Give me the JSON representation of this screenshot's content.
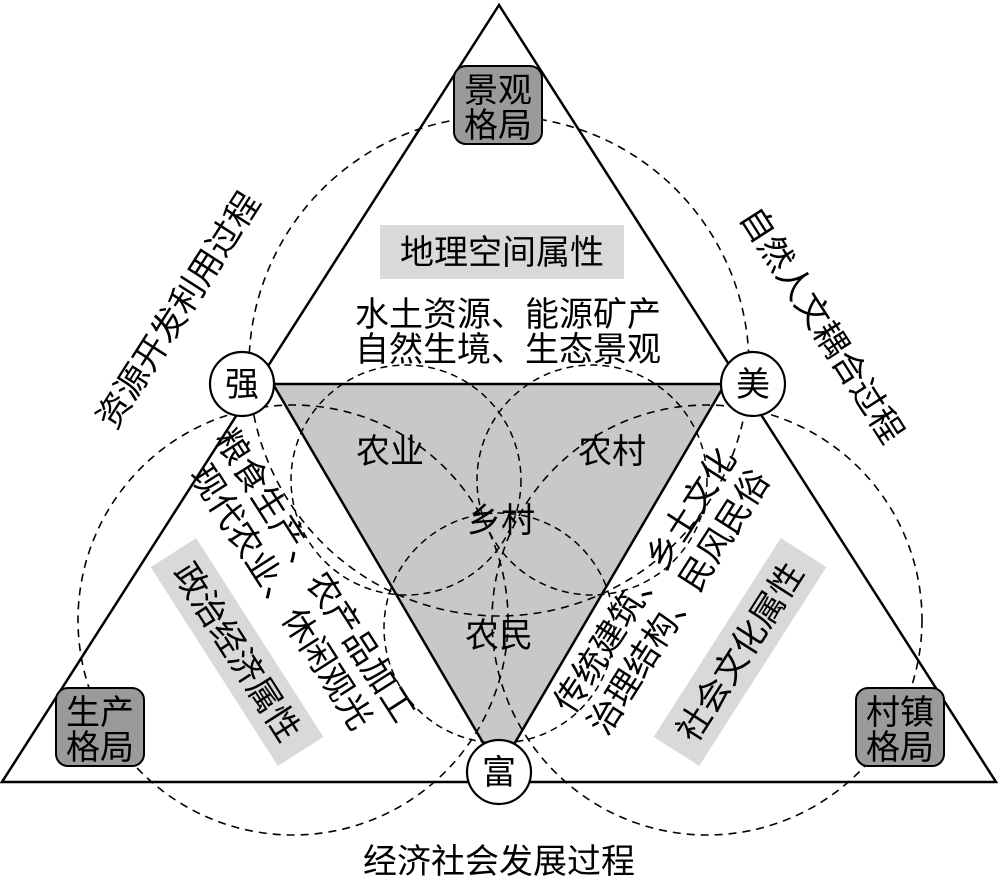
{
  "corners": {
    "top": {
      "line1": "景观",
      "line2": "格局"
    },
    "left": {
      "line1": "生产",
      "line2": "格局"
    },
    "right": {
      "line1": "村镇",
      "line2": "格局"
    }
  },
  "vertices": {
    "qiang": "强",
    "mei": "美",
    "fu": "富"
  },
  "attributes": {
    "top": "地理空间属性",
    "left": "政治经济属性",
    "right": "社会文化属性"
  },
  "top_content": {
    "line1": "水土资源、能源矿产",
    "line2": "自然生境、生态景观"
  },
  "left_content": {
    "line1": "粮食生产、农产品加工",
    "line2": "现代农业、休闲观光"
  },
  "right_content": {
    "line1": "传统建筑、乡土文化",
    "line2": "治理结构、民风民俗"
  },
  "center": {
    "agriculture": "农业",
    "village": "农村",
    "rural": "乡村",
    "farmers": "农民"
  },
  "processes": {
    "left": "资源开发利用过程",
    "right": "自然人文耦合过程",
    "bottom": "经济社会发展过程"
  },
  "colors": {
    "inner_triangle": "#c8c8c8",
    "corner_box": "#9a9a9a",
    "attr_box": "#d9d9d9"
  }
}
